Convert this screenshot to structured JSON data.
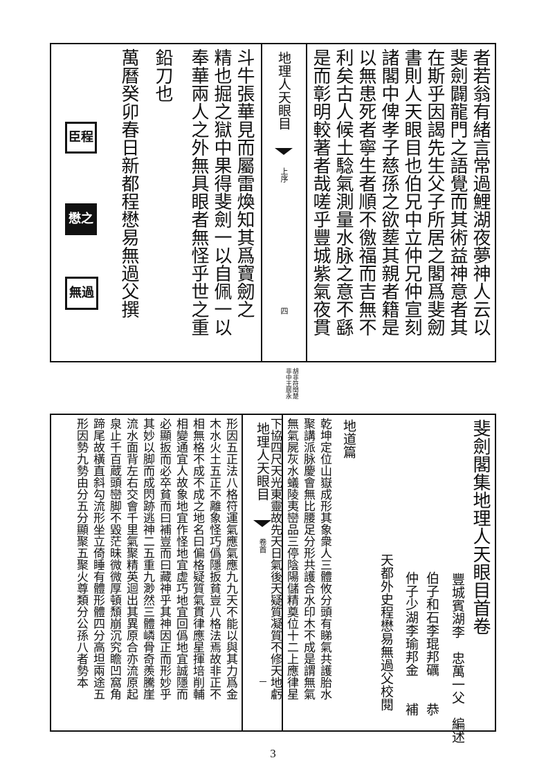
{
  "top": {
    "columns": [
      "者若翁有緒言常過鯉湖夜夢神人云以",
      "斐劍闢龍門之語覺而其術益神意者其",
      "在斯乎因謁先生父子所居之閣爲斐劒",
      "書則人天眼目也伯兄中立仲兄仲宣刻",
      "諸閣中俾孝子慈孫之欲塟其親者籍是",
      "以無患死者寧生者順不徼福而吉無不",
      "利矣古人候土騐氣測量水脉之意不繇",
      "是而彰明較著者哉嗟乎豐城紫氣夜貫",
      "斗牛張華見而屬雷煥知其爲寶劒之",
      "精也掘之獄中果得斐劍一以自佩一以",
      "奉華兩人之外無具眼者無怪乎世之重",
      "鉛刀也",
      "萬曆癸卯春日新都程懋易無過父撰"
    ],
    "margin_title": "地理人天眼目",
    "margin_section": "上序",
    "margin_page": "四",
    "seals": [
      "臣程",
      "懋之",
      "無過"
    ]
  },
  "between_note": "胡非符閏楚 非中王居永",
  "bottom": {
    "title": "斐劍閣集地理人天眼目首卷",
    "credits": [
      "豐城賓湖李　忠萬一父　編述",
      "伯子和石李琨邦礪　　恭",
      "仲子少湖李瑜邦金　　補",
      "天都外史程懋易無過父校閱"
    ],
    "chapter": "地道篇",
    "columns": [
      "乾坤定位山嶽成形其象衆人三體攸分頭有睇氣共護胎水",
      "聚講派脉慶會無比腰足分形共護合水印木不成是謂無氣",
      "無氣屍灰水蟻陵夷巒品三停陰陽儲精奠位十二上應律星",
      "下協四尺天光東靈故先天日氣後天疑質凝質不修天地虧",
      "形因五正法八格符運氣應氣應九九天不能以與其力爲金",
      "木水火土五正不離象怪巧僞隱扳貧豈八格法焉故非正不",
      "相無格不成不成之地名曰偏格疑質氣貫律應星揮培削輔",
      "相變通宜人故象地宜作怪地宜虚巧地宜回僞地宜誠隱而",
      "必顯扳而必卒貧而曰補豈而曰藏神乎其神因正而形妙乎",
      "其妙以脚而成閃跡逃神二五重九渺然三體嶙骨奇羨騰崖",
      "流水面背左右交會千里氣聚精英迴出其異原合亦流原起",
      "泉止千百蔵頭巒脚不毀茫昧微微厚頓頹崩沉究瞻凹窩角",
      "蹄尾故橫直斜勾流形坐立倚睡有體形體四分高坦兩途五",
      "形因勢九勢由分五分顯聚五聚火尊類分公孫八者勢本"
    ],
    "margin_title": "地理人天眼目",
    "margin_section": "卷首",
    "margin_page": "一"
  },
  "page_number": "3"
}
